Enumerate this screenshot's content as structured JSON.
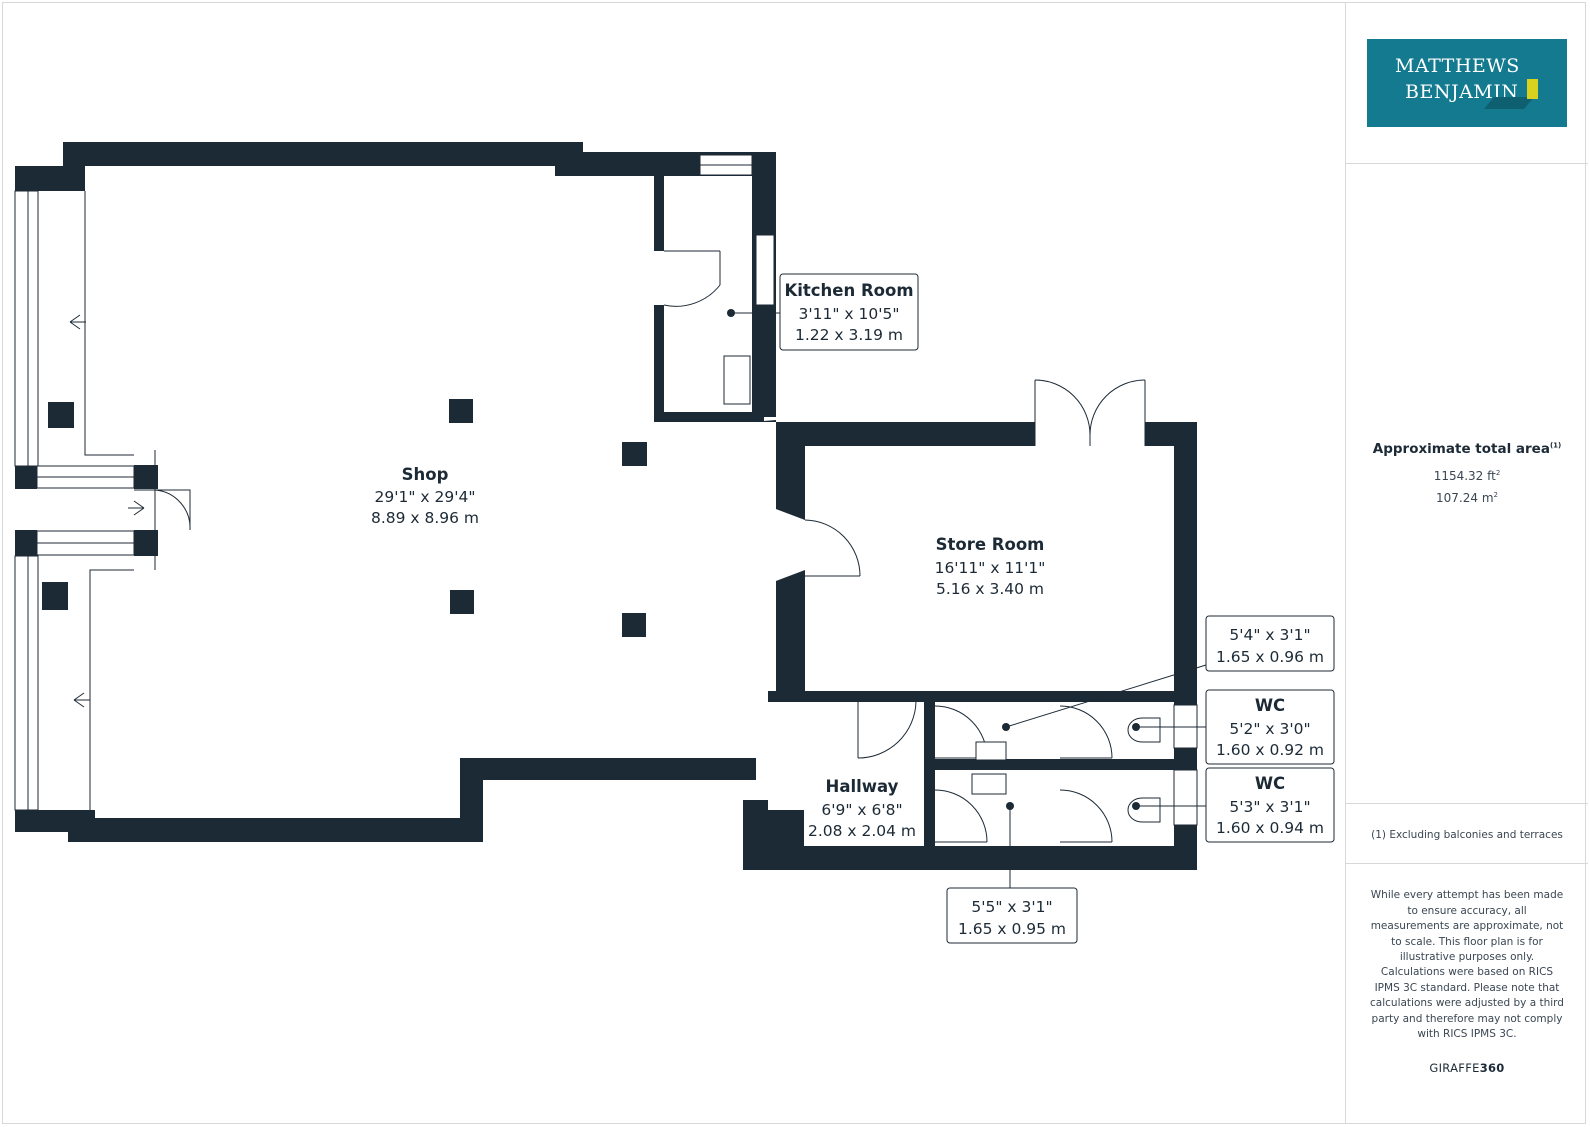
{
  "brand": {
    "logo_line1": "Matthews",
    "logo_line2": "Benjamin",
    "logo_color": "#137a8f",
    "accent_color": "#d8d21e",
    "footer_left": "GIRAFFE",
    "footer_right": "360"
  },
  "area": {
    "title": "Approximate total area",
    "title_note": "(1)",
    "sqft_value": "1154.32 ft",
    "sqm_value": "107.24 m",
    "unit_exponent": "2",
    "footnote": "(1) Excluding balconies and terraces"
  },
  "disclaimer": {
    "paragraph1": "While every attempt has been made to ensure accuracy, all measurements are approximate, not to scale. This floor plan is for illustrative purposes only.",
    "paragraph2": "Calculations were based on RICS IPMS 3C standard. Please note that calculations were adjusted by a third party and therefore may not comply with RICS IPMS 3C."
  },
  "rooms": {
    "shop": {
      "name": "Shop",
      "imperial": "29'1\" x 29'4\"",
      "metric": "8.89 x 8.96 m"
    },
    "kitchen": {
      "name": "Kitchen Room",
      "imperial": "3'11\" x 10'5\"",
      "metric": "1.22 x 3.19 m"
    },
    "store": {
      "name": "Store Room",
      "imperial": "16'11\" x 11'1\"",
      "metric": "5.16 x 3.40 m"
    },
    "hallway": {
      "name": "Hallway",
      "imperial": "6'9\" x 6'8\"",
      "metric": "2.08 x 2.04 m"
    },
    "corridor_upper": {
      "imperial": "5'4\" x 3'1\"",
      "metric": "1.65 x 0.96 m"
    },
    "wc1": {
      "name": "WC",
      "imperial": "5'2\" x 3'0\"",
      "metric": "1.60 x 0.92 m"
    },
    "wc2": {
      "name": "WC",
      "imperial": "5'3\" x 3'1\"",
      "metric": "1.60 x 0.94 m"
    },
    "corridor_lower": {
      "imperial": "5'5\" x 3'1\"",
      "metric": "1.65 x 0.95 m"
    }
  },
  "colors": {
    "wall": "#1c2a36",
    "line": "#1c2a36",
    "frame": "#d6d9dc"
  }
}
